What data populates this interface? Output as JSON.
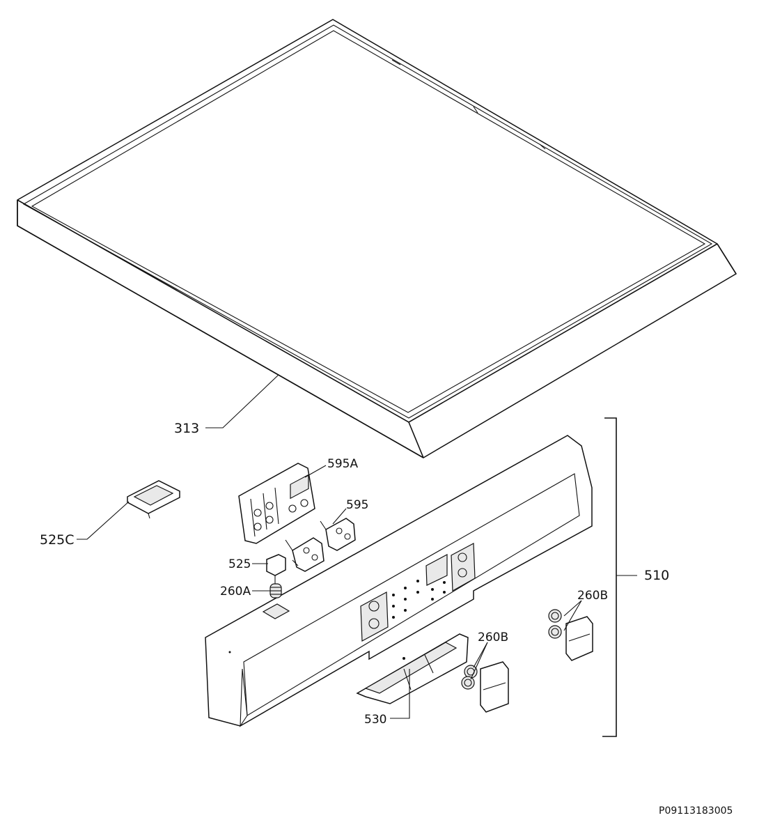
{
  "diagram": {
    "labels": {
      "lid": "313",
      "panel": "510",
      "cover": "525C",
      "bracket_a": "595A",
      "bracket": "595",
      "knob": "525",
      "spring_a": "260A",
      "spring_b1": "260B",
      "spring_b2": "260B",
      "slider": "530"
    },
    "drawing_code": "P09113183005"
  }
}
